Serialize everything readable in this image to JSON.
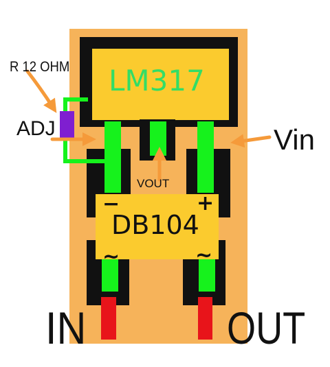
{
  "regulator": {
    "name": "LM317"
  },
  "bridge": {
    "name": "DB104",
    "minus": "−",
    "plus": "+",
    "ac_left": "~",
    "ac_right": "~"
  },
  "labels": {
    "resistor": "R 12 OHM",
    "adj": "ADJ",
    "vout": "VOUT",
    "vin": "Vin",
    "in": "IN",
    "out": "OUT"
  },
  "colors": {
    "board": "#F6B35A",
    "component_body": "#FBCB2E",
    "pad": "#111111",
    "trace": "#16F21C",
    "resistor": "#7F1FD0",
    "arrow": "#F59A3A",
    "terminal": "#E8141A",
    "ic_text": "#33DD66"
  }
}
